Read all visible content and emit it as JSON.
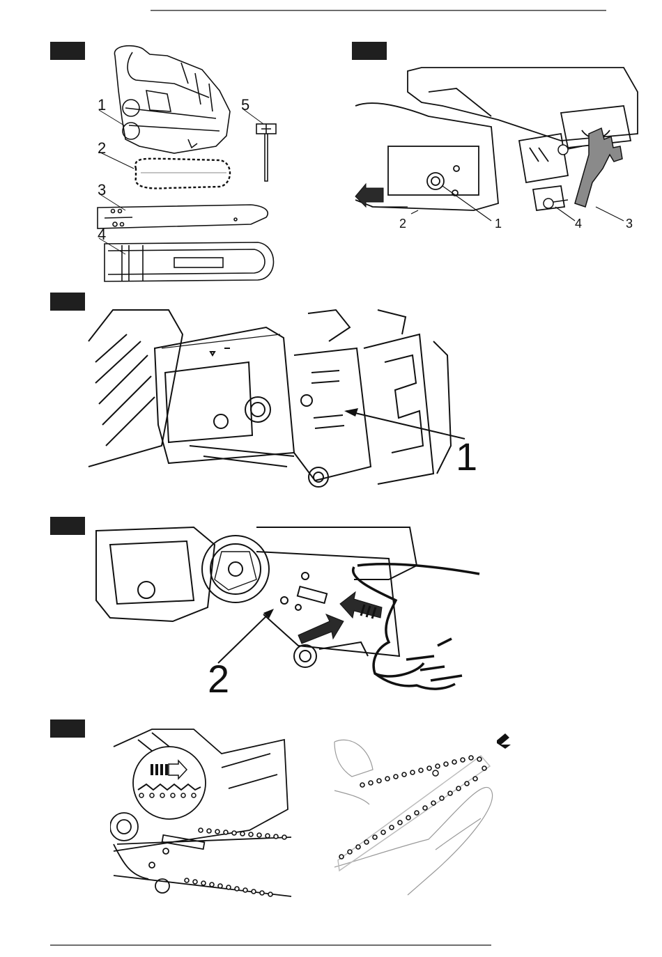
{
  "page": {
    "background": "#ffffff",
    "ink": "#111111",
    "label_block_color": "#1f1f1f",
    "rule_color": "#6e6e6e"
  },
  "figures": [
    {
      "id": "fig-a",
      "callouts": [
        "1",
        "2",
        "3",
        "4",
        "5"
      ]
    },
    {
      "id": "fig-b",
      "callouts": [
        "1",
        "2",
        "3",
        "4"
      ]
    },
    {
      "id": "fig-c",
      "callouts": [
        "1"
      ]
    },
    {
      "id": "fig-d",
      "callouts": [
        "2"
      ]
    },
    {
      "id": "fig-e",
      "callouts": []
    }
  ]
}
